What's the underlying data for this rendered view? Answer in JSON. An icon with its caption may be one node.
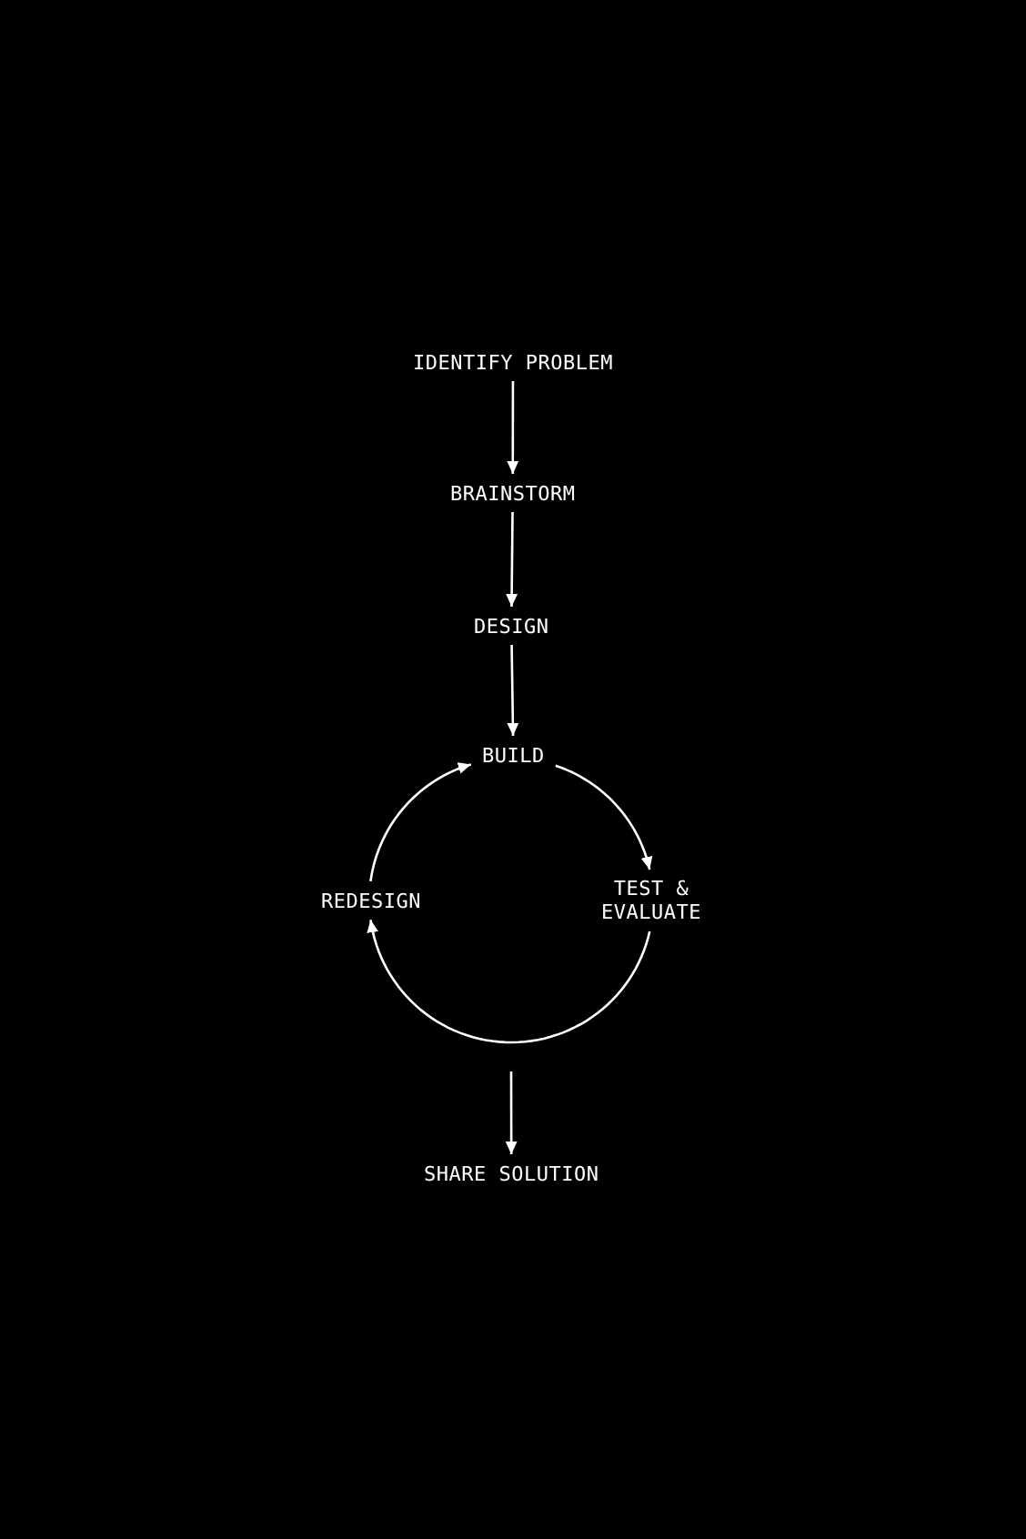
{
  "diagram": {
    "nodes": [
      {
        "text": [
          "IDENTIFY PROBLEM"
        ]
      },
      {
        "text": [
          "BRAINSTORM"
        ]
      },
      {
        "text": [
          "DESIGN"
        ]
      },
      {
        "text": [
          "BUILD"
        ]
      },
      {
        "text": [
          "TEST & EVALUATE"
        ]
      },
      {
        "text": [
          "REDESIGN"
        ]
      },
      {
        "text": [
          "SHARE SOLUTION"
        ]
      }
    ],
    "edges": [
      {
        "from": 0,
        "to": 1,
        "arrow": "to"
      },
      {
        "from": 1,
        "to": 2,
        "arrow": "to"
      },
      {
        "from": 2,
        "to": 3,
        "arrow": "to"
      },
      {
        "from": 3,
        "to": 4,
        "arrow": "to"
      },
      {
        "from": 4,
        "to": 5,
        "arrow": "to"
      },
      {
        "from": 5,
        "to": 3,
        "arrow": "to"
      },
      {
        "from": null,
        "to": 6,
        "arrow": "to"
      }
    ]
  }
}
